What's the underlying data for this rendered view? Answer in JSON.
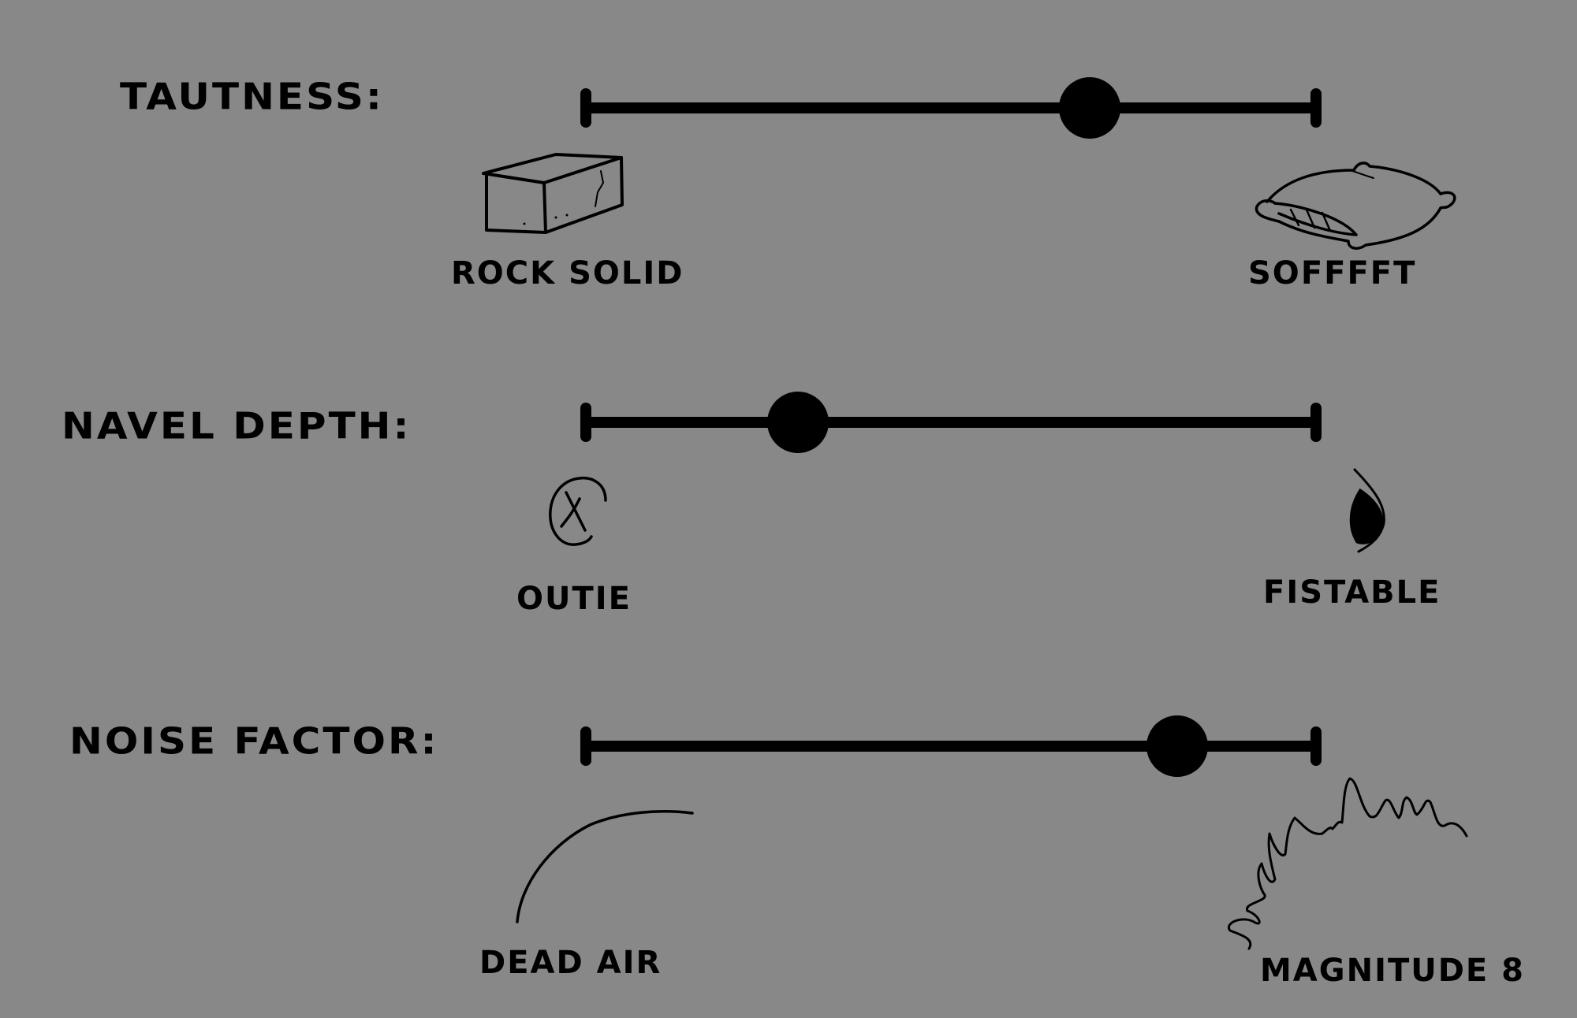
{
  "sliders": [
    {
      "label": "TAUTNESS:",
      "min_label": "ROCK SOLID",
      "max_label": "SOFFFFT",
      "min_icon": "brick-icon",
      "max_icon": "pillow-icon",
      "value": 0.69
    },
    {
      "label": "NAVEL DEPTH:",
      "min_label": "OUTIE",
      "max_label": "FISTABLE",
      "min_icon": "outie-navel-icon",
      "max_icon": "deep-navel-icon",
      "value": 0.29
    },
    {
      "label": "NOISE FACTOR:",
      "min_label": "DEAD AIR",
      "max_label": "MAGNITUDE 8",
      "min_icon": "flat-curve-icon",
      "max_icon": "seismic-squiggle-icon",
      "value": 0.81
    }
  ],
  "colors": {
    "background": "#888888",
    "ink": "#000000"
  }
}
